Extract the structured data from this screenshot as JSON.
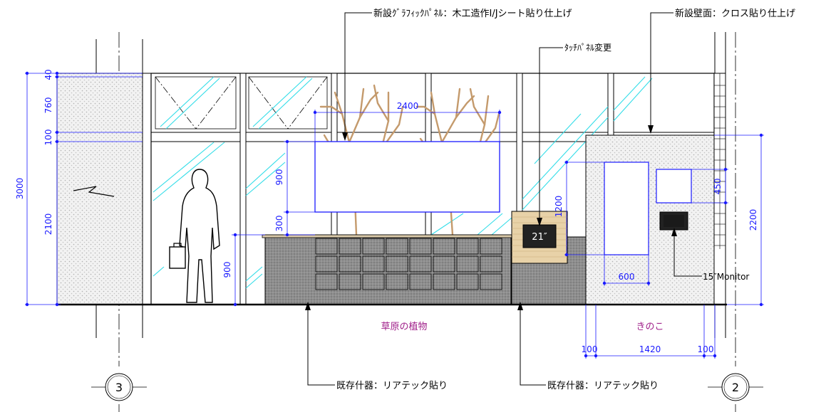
{
  "annotations": {
    "graphic_panel": "新設ｸﾞﾗﾌｨｯｸﾊﾟﾈﾙ：木工造作I/Jシート貼り仕上げ",
    "new_wall": "新設壁面：クロス貼り仕上げ",
    "touch_panel": "ﾀｯﾁﾊﾟﾈﾙ変更",
    "monitor": "15″Monitor",
    "fixture_left": "既存什器：リアテック貼り",
    "fixture_right": "既存什器：リアテック貼り"
  },
  "zones": {
    "grassland": "草原の植物",
    "mushroom": "きのこ"
  },
  "screen_label": "21″",
  "grid_markers": {
    "left": "3",
    "right": "2"
  },
  "dimensions": {
    "overall_height": "3000",
    "top_band": "40",
    "transom": "760",
    "transom_bar": "100",
    "lower_height": "2100",
    "panel_height": "900",
    "panel_gap": "300",
    "counter_height": "900",
    "panel_width": "2400",
    "touch_height": "1200",
    "monitor_offset": "450",
    "wall_height": "2200",
    "display_width": "600",
    "side_left": "100",
    "wall_width": "1420",
    "side_right": "100"
  },
  "colors": {
    "dimension": "#1a1aff",
    "zone_label": "#a0208a",
    "glass_hatch": "#33dde8",
    "branch": "#c49a6c"
  }
}
